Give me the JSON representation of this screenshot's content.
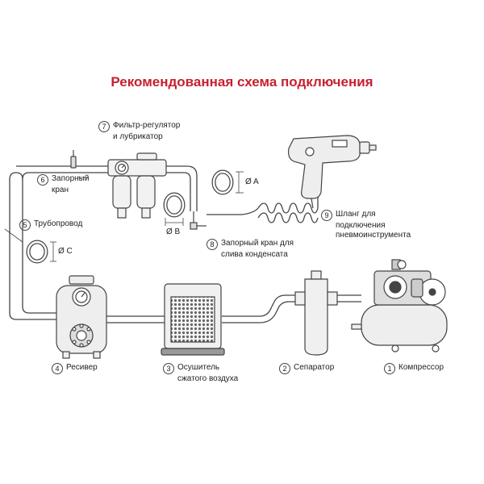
{
  "title": "Рекомендованная схема подключения",
  "components": [
    {
      "num": "1",
      "line1": "Компрессор",
      "line2": ""
    },
    {
      "num": "2",
      "line1": "Сепаратор",
      "line2": ""
    },
    {
      "num": "3",
      "line1": "Осушитель",
      "line2": "сжатого воздуха"
    },
    {
      "num": "4",
      "line1": "Ресивер",
      "line2": ""
    },
    {
      "num": "5",
      "line1": "Трубопровод",
      "line2": ""
    },
    {
      "num": "6",
      "line1": "Запорный",
      "line2": "кран"
    },
    {
      "num": "7",
      "line1": "Фильтр-регулятор",
      "line2": "и лубрикатор"
    },
    {
      "num": "8",
      "line1": "Запорный кран для",
      "line2": "слива конденсата"
    },
    {
      "num": "9",
      "line1": "Шланг для",
      "line2": "подключения",
      "line3": "пневмоинструмента"
    }
  ],
  "dimensions": {
    "a": "Ø A",
    "b": "Ø B",
    "c": "Ø C"
  },
  "colors": {
    "title": "#c8202f",
    "line": "#444444"
  }
}
